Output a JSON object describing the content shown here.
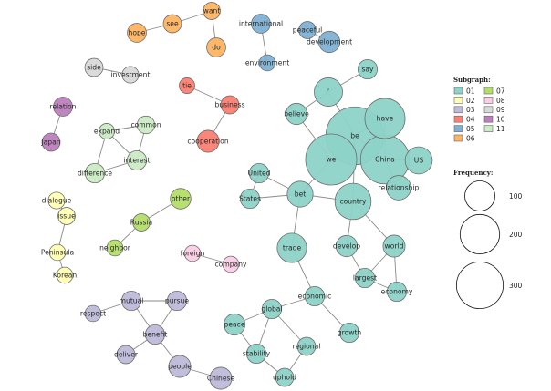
{
  "legend": {
    "subgraph_title": "Subgraph:",
    "frequency_title": "Frequency:",
    "subgraphs": [
      {
        "id": "01",
        "color": "#8dd3c7"
      },
      {
        "id": "02",
        "color": "#ffffb3"
      },
      {
        "id": "03",
        "color": "#bebada"
      },
      {
        "id": "04",
        "color": "#fb8072"
      },
      {
        "id": "05",
        "color": "#80b1d3"
      },
      {
        "id": "06",
        "color": "#fdb462"
      },
      {
        "id": "07",
        "color": "#b3de69"
      },
      {
        "id": "08",
        "color": "#fccde5"
      },
      {
        "id": "09",
        "color": "#d9d9d9"
      },
      {
        "id": "10",
        "color": "#bc80bd"
      },
      {
        "id": "11",
        "color": "#ccebc5"
      }
    ],
    "frequencies": [
      "100",
      "200",
      "300"
    ]
  },
  "nodes": [
    {
      "id": "want",
      "label": "want",
      "group": "06",
      "freq": 10
    },
    {
      "id": "see",
      "label": "see",
      "group": "06",
      "freq": 12
    },
    {
      "id": "hope",
      "label": "hope",
      "group": "06",
      "freq": 14
    },
    {
      "id": "do",
      "label": "do",
      "group": "06",
      "freq": 14
    },
    {
      "id": "international",
      "label": "international",
      "group": "05",
      "freq": 14
    },
    {
      "id": "environment",
      "label": "environment",
      "group": "05",
      "freq": 8
    },
    {
      "id": "peaceful",
      "label": "peaceful",
      "group": "05",
      "freq": 10
    },
    {
      "id": "development",
      "label": "development",
      "group": "05",
      "freq": 20
    },
    {
      "id": "side",
      "label": "side",
      "group": "09",
      "freq": 12
    },
    {
      "id": "investment",
      "label": "investment",
      "group": "09",
      "freq": 9
    },
    {
      "id": "tie",
      "label": "tie",
      "group": "04",
      "freq": 7
    },
    {
      "id": "business",
      "label": "business",
      "group": "04",
      "freq": 12
    },
    {
      "id": "cooperation",
      "label": "cooperation",
      "group": "04",
      "freq": 22
    },
    {
      "id": "relation",
      "label": "relation",
      "group": "10",
      "freq": 14
    },
    {
      "id": "japan",
      "label": "Japan",
      "group": "10",
      "freq": 12
    },
    {
      "id": "expand",
      "label": "expand",
      "group": "11",
      "freq": 7
    },
    {
      "id": "common",
      "label": "common",
      "group": "11",
      "freq": 11
    },
    {
      "id": "interest",
      "label": "interest",
      "group": "11",
      "freq": 15
    },
    {
      "id": "difference",
      "label": "difference",
      "group": "11",
      "freq": 15
    },
    {
      "id": "dialogue",
      "label": "dialogue",
      "group": "02",
      "freq": 9
    },
    {
      "id": "issue",
      "label": "issue",
      "group": "02",
      "freq": 10
    },
    {
      "id": "peninsula",
      "label": "Peninsula",
      "group": "02",
      "freq": 8
    },
    {
      "id": "korean",
      "label": "Korean",
      "group": "02",
      "freq": 8
    },
    {
      "id": "other",
      "label": "other",
      "group": "07",
      "freq": 18
    },
    {
      "id": "russia",
      "label": "Russia",
      "group": "07",
      "freq": 10
    },
    {
      "id": "neighbor",
      "label": "neighbor",
      "group": "07",
      "freq": 8
    },
    {
      "id": "foreign",
      "label": "foreign",
      "group": "08",
      "freq": 8
    },
    {
      "id": "company",
      "label": "company",
      "group": "08",
      "freq": 8
    },
    {
      "id": "say",
      "label": "say",
      "group": "01",
      "freq": 15
    },
    {
      "id": "quote",
      "label": "’",
      "group": "01",
      "freq": 45
    },
    {
      "id": "believe",
      "label": "believe",
      "group": "01",
      "freq": 20
    },
    {
      "id": "be",
      "label": "be",
      "group": "01",
      "freq": 260
    },
    {
      "id": "have",
      "label": "have",
      "group": "01",
      "freq": 110
    },
    {
      "id": "we",
      "label": "we",
      "group": "01",
      "freq": 195
    },
    {
      "id": "china",
      "label": "China",
      "group": "01",
      "freq": 175
    },
    {
      "id": "us",
      "label": "US",
      "group": "01",
      "freq": 40
    },
    {
      "id": "relationship",
      "label": "relationship",
      "group": "01",
      "freq": 30
    },
    {
      "id": "united",
      "label": "United",
      "group": "01",
      "freq": 15
    },
    {
      "id": "states",
      "label": "States",
      "group": "01",
      "freq": 15
    },
    {
      "id": "bet",
      "label": "bet",
      "group": "01",
      "freq": 35
    },
    {
      "id": "country",
      "label": "country",
      "group": "01",
      "freq": 85
    },
    {
      "id": "trade",
      "label": "trade",
      "group": "01",
      "freq": 50
    },
    {
      "id": "develop",
      "label": "develop",
      "group": "01",
      "freq": 20
    },
    {
      "id": "world",
      "label": "world",
      "group": "01",
      "freq": 22
    },
    {
      "id": "largest",
      "label": "largest",
      "group": "01",
      "freq": 15
    },
    {
      "id": "economy",
      "label": "economy",
      "group": "01",
      "freq": 15
    },
    {
      "id": "economic",
      "label": "economic",
      "group": "01",
      "freq": 15
    },
    {
      "id": "global",
      "label": "global",
      "group": "01",
      "freq": 15
    },
    {
      "id": "growth",
      "label": "growth",
      "group": "01",
      "freq": 15
    },
    {
      "id": "peace",
      "label": "peace",
      "group": "01",
      "freq": 20
    },
    {
      "id": "regional",
      "label": "regional",
      "group": "01",
      "freq": 12
    },
    {
      "id": "stability",
      "label": "stability",
      "group": "01",
      "freq": 15
    },
    {
      "id": "uphold",
      "label": "uphold",
      "group": "01",
      "freq": 12
    },
    {
      "id": "mutual",
      "label": "mutual",
      "group": "03",
      "freq": 15
    },
    {
      "id": "pursue",
      "label": "pursue",
      "group": "03",
      "freq": 15
    },
    {
      "id": "respect",
      "label": "respect",
      "group": "03",
      "freq": 8
    },
    {
      "id": "benefit",
      "label": "benefit",
      "group": "03",
      "freq": 15
    },
    {
      "id": "deliver",
      "label": "deliver",
      "group": "03",
      "freq": 12
    },
    {
      "id": "people",
      "label": "people",
      "group": "03",
      "freq": 22
    },
    {
      "id": "chinese",
      "label": "Chinese",
      "group": "03",
      "freq": 22
    }
  ],
  "edges": [
    [
      "hope",
      "see"
    ],
    [
      "see",
      "want"
    ],
    [
      "want",
      "do"
    ],
    [
      "international",
      "environment"
    ],
    [
      "peaceful",
      "development"
    ],
    [
      "side",
      "investment"
    ],
    [
      "tie",
      "business"
    ],
    [
      "business",
      "cooperation"
    ],
    [
      "relation",
      "japan"
    ],
    [
      "expand",
      "common"
    ],
    [
      "expand",
      "interest"
    ],
    [
      "expand",
      "difference"
    ],
    [
      "common",
      "interest"
    ],
    [
      "interest",
      "difference"
    ],
    [
      "dialogue",
      "issue"
    ],
    [
      "issue",
      "peninsula"
    ],
    [
      "peninsula",
      "korean"
    ],
    [
      "other",
      "russia"
    ],
    [
      "russia",
      "neighbor"
    ],
    [
      "foreign",
      "company"
    ],
    [
      "say",
      "quote"
    ],
    [
      "quote",
      "believe"
    ],
    [
      "quote",
      "be"
    ],
    [
      "believe",
      "we"
    ],
    [
      "be",
      "we"
    ],
    [
      "be",
      "have"
    ],
    [
      "be",
      "china"
    ],
    [
      "have",
      "china"
    ],
    [
      "china",
      "us"
    ],
    [
      "china",
      "relationship"
    ],
    [
      "we",
      "china"
    ],
    [
      "we",
      "bet"
    ],
    [
      "be",
      "country"
    ],
    [
      "united",
      "states"
    ],
    [
      "united",
      "bet"
    ],
    [
      "states",
      "bet"
    ],
    [
      "bet",
      "country"
    ],
    [
      "bet",
      "trade"
    ],
    [
      "country",
      "develop"
    ],
    [
      "country",
      "world"
    ],
    [
      "develop",
      "largest"
    ],
    [
      "world",
      "largest"
    ],
    [
      "world",
      "economy"
    ],
    [
      "largest",
      "economy"
    ],
    [
      "trade",
      "economic"
    ],
    [
      "economic",
      "global"
    ],
    [
      "economic",
      "growth"
    ],
    [
      "global",
      "peace"
    ],
    [
      "global",
      "regional"
    ],
    [
      "global",
      "stability"
    ],
    [
      "peace",
      "stability"
    ],
    [
      "stability",
      "uphold"
    ],
    [
      "regional",
      "uphold"
    ],
    [
      "mutual",
      "respect"
    ],
    [
      "mutual",
      "pursue"
    ],
    [
      "mutual",
      "benefit"
    ],
    [
      "pursue",
      "benefit"
    ],
    [
      "benefit",
      "deliver"
    ],
    [
      "benefit",
      "people"
    ],
    [
      "people",
      "chinese"
    ]
  ]
}
